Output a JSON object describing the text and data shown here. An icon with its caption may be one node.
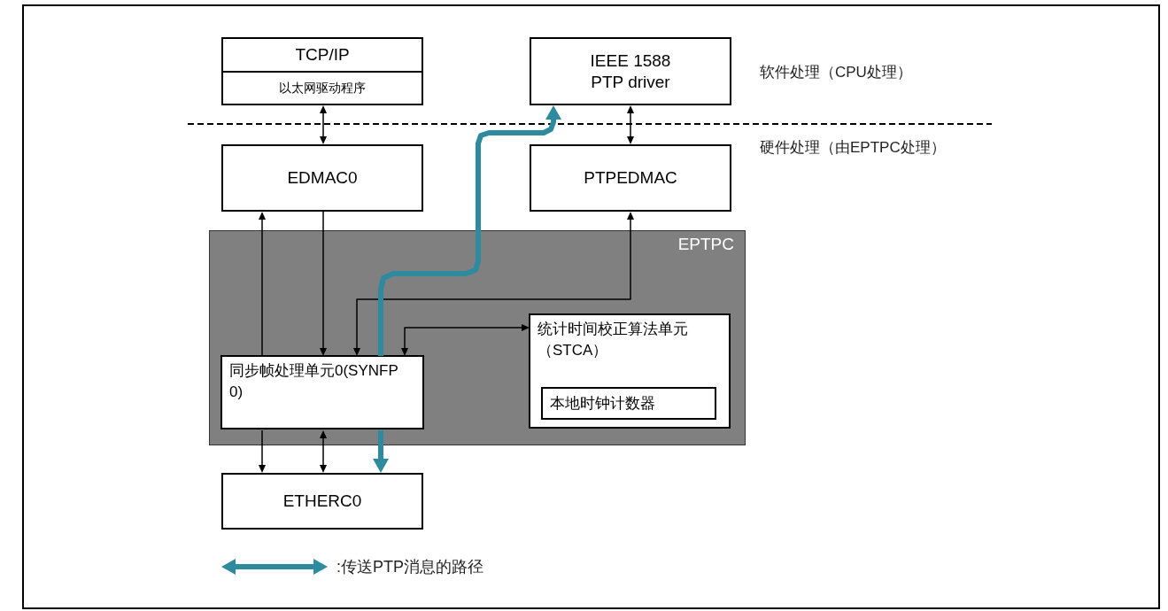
{
  "diagram": {
    "nodes": [
      {
        "text": [
          "TCP/IP",
          "以太网驱动程序"
        ]
      },
      {
        "text": [
          "IEEE 1588 PTP driver"
        ]
      },
      {
        "text": [
          "EDMAC0"
        ]
      },
      {
        "text": [
          "PTPEDMAC"
        ]
      },
      {
        "text": [
          "EPTPC"
        ]
      },
      {
        "text": [
          "同步帧处理单元0(SYNFP0)"
        ],
        "in": 4
      },
      {
        "text": [
          "统计时间校正算法单元（STCA）"
        ],
        "in": 4
      },
      {
        "text": [
          "本地时钟计数器"
        ],
        "in": 6
      },
      {
        "text": [
          "ETHERC0"
        ]
      }
    ],
    "edges": [
      {
        "from": 0,
        "to": 2,
        "arrow": "both"
      },
      {
        "from": 1,
        "to": 3,
        "arrow": "both"
      },
      {
        "from": 5,
        "to": 2,
        "arrow": "to"
      },
      {
        "from": 2,
        "to": 5,
        "arrow": "to"
      },
      {
        "from": 3,
        "to": 5,
        "arrow": "both"
      },
      {
        "from": 5,
        "to": 6,
        "arrow": "both"
      },
      {
        "from": 5,
        "to": 1,
        "arrow": "to",
        "style": "thick",
        "color": "#2e8a9e"
      },
      {
        "from": 5,
        "to": 8,
        "arrow": "to"
      },
      {
        "from": 5,
        "to": 8,
        "arrow": "both"
      },
      {
        "from": 5,
        "to": 8,
        "arrow": "to",
        "style": "thick",
        "color": "#2e8a9e"
      }
    ],
    "labels": [
      "软件处理（CPU处理）",
      "硬件处理（由EPTPC处理）"
    ],
    "legend": [
      {
        "text": ":传送PTP消息的路径"
      }
    ]
  }
}
